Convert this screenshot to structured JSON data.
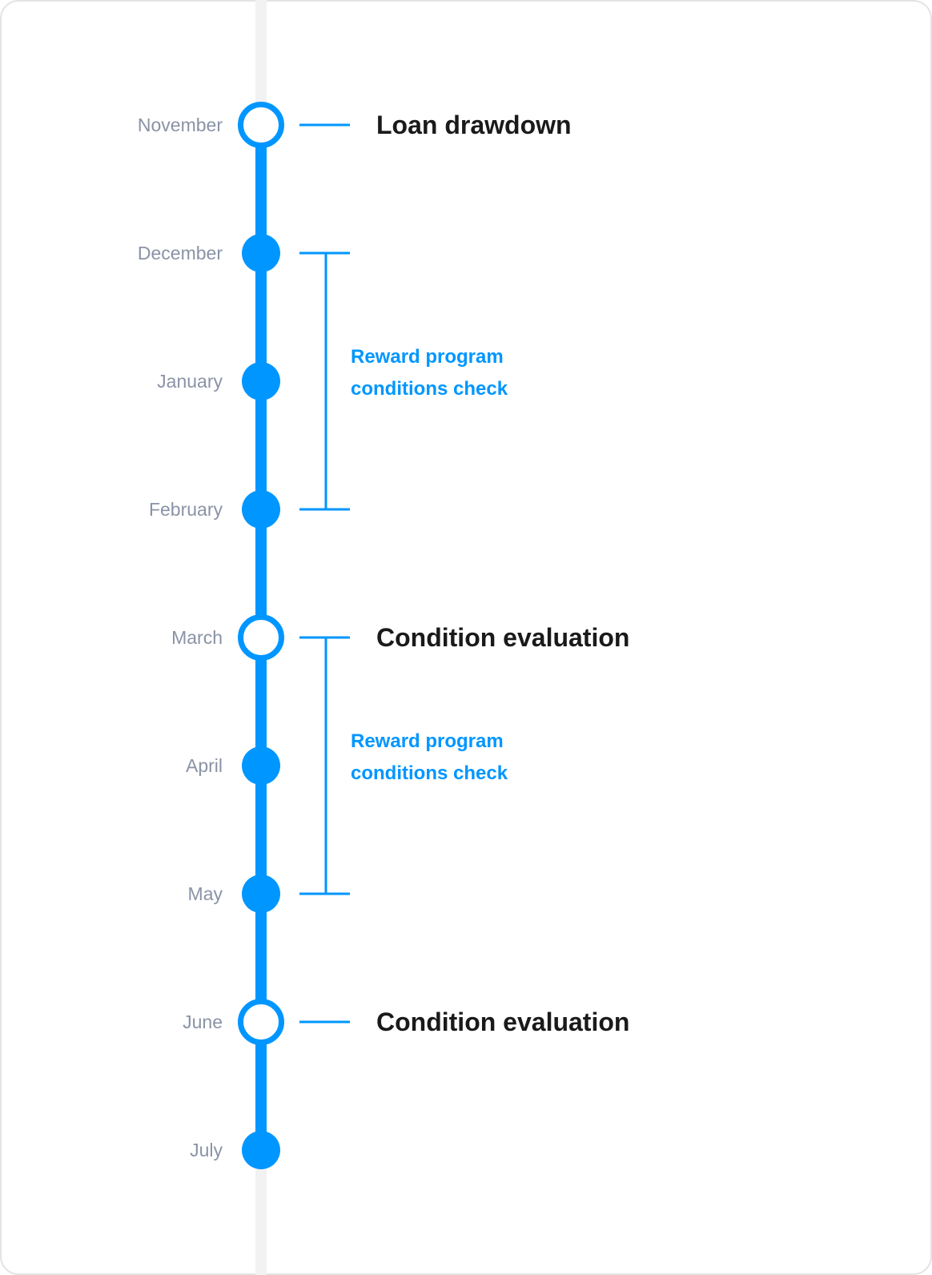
{
  "colors": {
    "accent": "#0096FF",
    "month_text": "#8A93A6",
    "event_text": "#1A1A1A",
    "background_track": "#F2F2F2",
    "card_border": "#E3E3E3",
    "node_fill_hollow": "#FFFFFF"
  },
  "timeline": {
    "months": [
      {
        "label": "November",
        "node": "hollow"
      },
      {
        "label": "December",
        "node": "filled"
      },
      {
        "label": "January",
        "node": "filled"
      },
      {
        "label": "February",
        "node": "filled"
      },
      {
        "label": "March",
        "node": "hollow"
      },
      {
        "label": "April",
        "node": "filled"
      },
      {
        "label": "May",
        "node": "filled"
      },
      {
        "label": "June",
        "node": "hollow"
      },
      {
        "label": "July",
        "node": "filled"
      }
    ],
    "events": [
      {
        "month_index": 0,
        "label": "Loan drawdown"
      },
      {
        "month_index": 4,
        "label": "Condition evaluation"
      },
      {
        "month_index": 7,
        "label": "Condition evaluation"
      }
    ],
    "ranges": [
      {
        "start_index": 1,
        "end_index": 3,
        "label_lines": [
          "Reward program",
          "conditions check"
        ]
      },
      {
        "start_index": 4,
        "end_index": 6,
        "label_lines": [
          "Reward program",
          "conditions check"
        ]
      }
    ]
  }
}
